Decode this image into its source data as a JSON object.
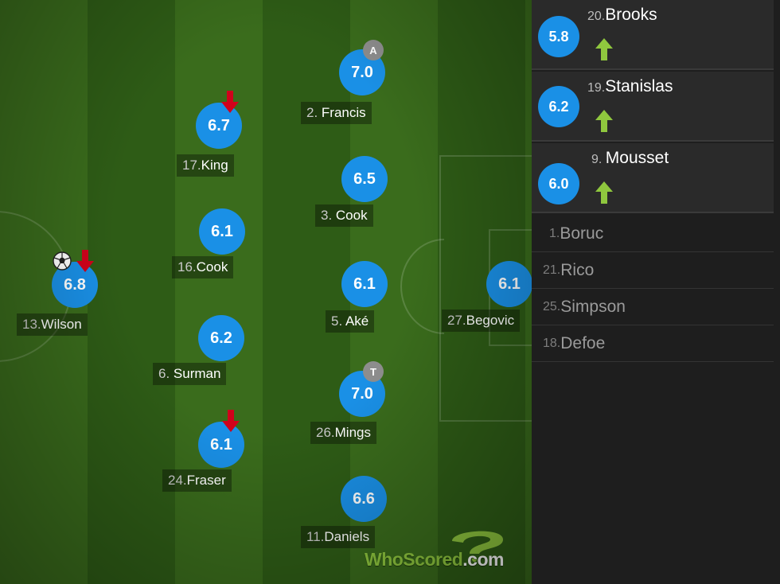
{
  "pitch_players": [
    {
      "num": "13.",
      "name": "Wilson",
      "rating": "6.8",
      "events": [
        "goal",
        "sub-off"
      ]
    },
    {
      "num": "17.",
      "name": "King",
      "rating": "6.7",
      "events": [
        "sub-off"
      ]
    },
    {
      "num": "16.",
      "name": "Cook",
      "rating": "6.1",
      "events": []
    },
    {
      "num": "6. ",
      "name": "Surman",
      "rating": "6.2",
      "events": []
    },
    {
      "num": "24.",
      "name": "Fraser",
      "rating": "6.1",
      "events": [
        "sub-off"
      ]
    },
    {
      "num": "2. ",
      "name": "Francis",
      "rating": "7.0",
      "badge": "A",
      "events": []
    },
    {
      "num": "3. ",
      "name": "Cook",
      "rating": "6.5",
      "events": []
    },
    {
      "num": "5. ",
      "name": "Aké",
      "rating": "6.1",
      "events": []
    },
    {
      "num": "26.",
      "name": "Mings",
      "rating": "7.0",
      "badge": "T",
      "events": []
    },
    {
      "num": "11.",
      "name": "Daniels",
      "rating": "6.6",
      "events": []
    },
    {
      "num": "27.",
      "name": "Begovic",
      "rating": "6.1",
      "events": []
    }
  ],
  "substitutes_used": [
    {
      "num": "20.",
      "name": "Brooks",
      "rating": "5.8",
      "icon": "sub-on-arrow-icon"
    },
    {
      "num": "19.",
      "name": "Stanislas",
      "rating": "6.2",
      "icon": "sub-on-arrow-icon"
    },
    {
      "num": "9. ",
      "name": "Mousset",
      "rating": "6.0",
      "icon": "sub-on-arrow-icon"
    }
  ],
  "bench": [
    {
      "num": "1. ",
      "name": "Boruc"
    },
    {
      "num": "21.",
      "name": "Rico"
    },
    {
      "num": "25.",
      "name": "Simpson"
    },
    {
      "num": "18.",
      "name": "Defoe"
    }
  ],
  "logo": {
    "word": "WhoScored",
    "suffix": ".com"
  },
  "colors": {
    "rating": "#1a90e6",
    "sub_off": "#d0021b",
    "sub_on": "#8fc73e",
    "badge": "#8d8d8d"
  }
}
